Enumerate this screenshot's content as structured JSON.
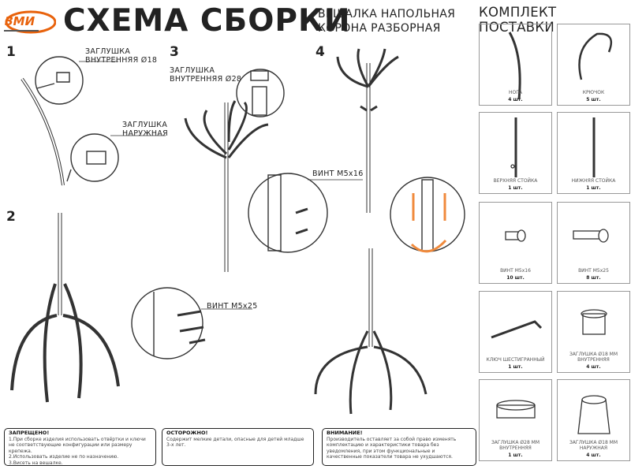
{
  "logo": {
    "text": "ЗМИ",
    "color": "#e8620c"
  },
  "header": {
    "title": "СХЕМА СБОРКИ",
    "subtitle_line1": "ВЕШАЛКА НАПОЛЬНАЯ",
    "subtitle_line2": "КОРОНА РАЗБОРНАЯ"
  },
  "steps": {
    "s1": {
      "number": "1",
      "label_inner": "ЗАГЛУШКА",
      "label_inner2": "ВНУТРЕННЯЯ Ø18",
      "label_outer": "ЗАГЛУШКА",
      "label_outer2": "НАРУЖНАЯ"
    },
    "s2": {
      "number": "2",
      "screw": "ВИНТ М5х25"
    },
    "s3": {
      "number": "3",
      "label": "ЗАГЛУШКА",
      "label2": "ВНУТРЕННЯЯ Ø28",
      "screw": "ВИНТ М5х16"
    },
    "s4": {
      "number": "4"
    }
  },
  "kit": {
    "title": "КОМПЛЕКТ ПОСТАВКИ",
    "items": [
      {
        "name": "НОГА",
        "qty": "4 шт.",
        "icon": "leg"
      },
      {
        "name": "КРЮЧОК",
        "qty": "5 шт.",
        "icon": "hook"
      },
      {
        "name": "ВЕРХНЯЯ СТОЙКА",
        "qty": "1 шт.",
        "icon": "upper-pole"
      },
      {
        "name": "НИЖНЯЯ СТОЙКА",
        "qty": "1 шт.",
        "icon": "lower-pole"
      },
      {
        "name": "ВИНТ М5х16",
        "qty": "10 шт.",
        "icon": "screw-short"
      },
      {
        "name": "ВИНТ М5х25",
        "qty": "8 шт.",
        "icon": "screw-long"
      },
      {
        "name": "КЛЮЧ ШЕСТИГРАННЫЙ",
        "qty": "1 шт.",
        "icon": "hex-key"
      },
      {
        "name": "ЗАГЛУШКА Ø18 ММ ВНУТРЕННЯЯ",
        "qty": "4 шт.",
        "icon": "plug-inner-18"
      },
      {
        "name": "ЗАГЛУШКА Ø28 ММ ВНУТРЕННЯЯ",
        "qty": "1 шт.",
        "icon": "plug-inner-28"
      },
      {
        "name": "ЗАГЛУШКА Ø18 ММ НАРУЖНАЯ",
        "qty": "4 шт.",
        "icon": "plug-outer-18"
      }
    ]
  },
  "notes": {
    "forbidden": {
      "title": "ЗАПРЕЩЕНО!",
      "lines": [
        "1.При сборке изделия использовать отвёртки и ключи не соответствующие конфигурации или размеру крепежа.",
        "2.Использовать изделие не по назначению.",
        "3.Висеть на вешалке."
      ]
    },
    "caution": {
      "title": "ОСТОРОЖНО!",
      "text": "Содержит мелкие детали, опасные для детей младше 3-х лет."
    },
    "attention": {
      "title": "ВНИМАНИЕ!",
      "text": "Производитель оставляет за собой право изменять комплектацию и характеристики товара без уведомления, при этом функциональные и качественные показатели товара не ухудшаются."
    }
  },
  "colors": {
    "accent": "#e8620c",
    "arrow": "#f08a3c"
  }
}
